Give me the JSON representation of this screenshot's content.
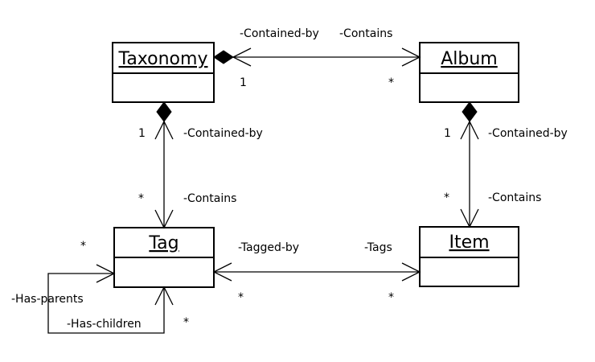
{
  "classes": {
    "taxonomy": "Taxonomy",
    "album": "Album",
    "tag": "Tag",
    "item": "Item"
  },
  "associations": {
    "taxonomy_album": {
      "role_taxonomy_side": "-Contained-by",
      "role_album_side": "-Contains",
      "mult_taxonomy": "1",
      "mult_album": "*"
    },
    "taxonomy_tag": {
      "role_top": "-Contained-by",
      "role_bottom": "-Contains",
      "mult_taxonomy": "1",
      "mult_tag": "*"
    },
    "album_item": {
      "role_top": "-Contained-by",
      "role_bottom": "-Contains",
      "mult_album": "1",
      "mult_item": "*"
    },
    "tag_item": {
      "role_tag_side": "-Tagged-by",
      "role_item_side": "-Tags",
      "mult_tag": "*",
      "mult_item": "*"
    },
    "tag_self": {
      "role_parents": "-Has-parents",
      "role_children": "-Has-children",
      "mult_parents": "*",
      "mult_children": "*"
    }
  }
}
